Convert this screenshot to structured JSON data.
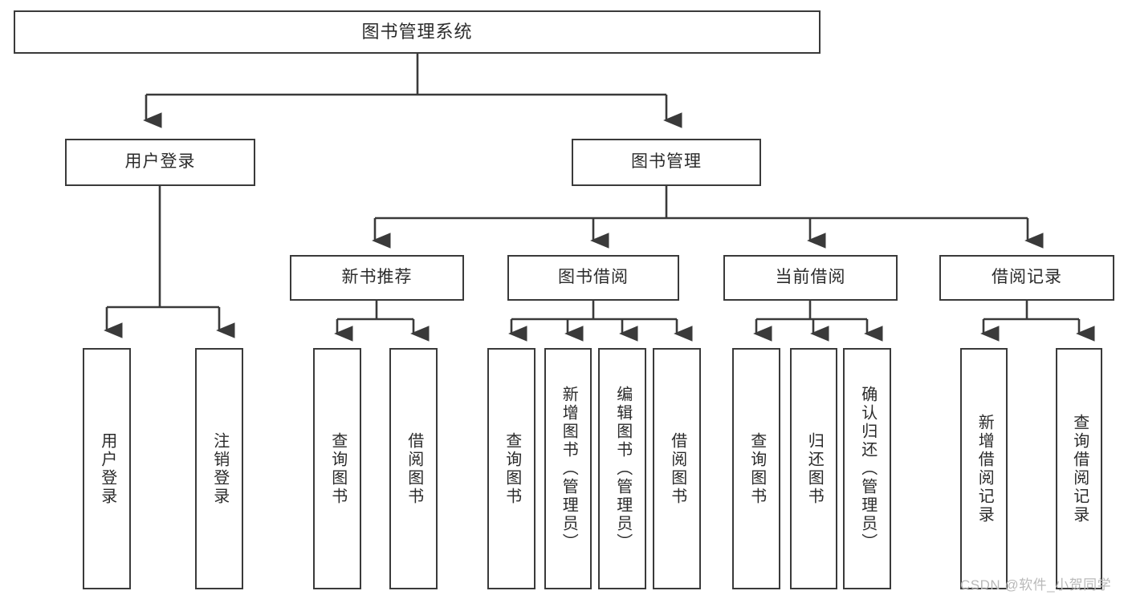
{
  "diagram": {
    "type": "tree-hierarchy-chart",
    "title_text": "图书管理系统",
    "orientation": "top-down",
    "box_fill": "#ffffff",
    "box_stroke": "#3a3a3a",
    "connector_color": "#3a3a3a",
    "background": "#ffffff"
  },
  "nodes": {
    "root": {
      "label": "图书管理系统",
      "level": 0
    },
    "l1": [
      {
        "id": "user-login",
        "label": "用户登录"
      },
      {
        "id": "book-management",
        "label": "图书管理"
      }
    ],
    "l2": [
      {
        "id": "new-book-recommend",
        "label": "新书推荐"
      },
      {
        "id": "book-borrow",
        "label": "图书借阅"
      },
      {
        "id": "current-borrow",
        "label": "当前借阅"
      },
      {
        "id": "borrow-record",
        "label": "借阅记录"
      }
    ],
    "leaves": {
      "user_login": [
        {
          "id": "leaf-user-login",
          "label": "用户登录"
        },
        {
          "id": "leaf-logout-login",
          "label": "注销登录"
        }
      ],
      "new_book_recommend": [
        {
          "id": "leaf-query-book-1",
          "label": "查询图书"
        },
        {
          "id": "leaf-borrow-book-1",
          "label": "借阅图书"
        }
      ],
      "book_borrow": [
        {
          "id": "leaf-query-book-2",
          "label": "查询图书"
        },
        {
          "id": "leaf-add-book",
          "label": "新增图书（管理员）"
        },
        {
          "id": "leaf-edit-book",
          "label": "编辑图书（管理员）"
        },
        {
          "id": "leaf-borrow-book-2",
          "label": "借阅图书"
        }
      ],
      "current_borrow": [
        {
          "id": "leaf-query-book-3",
          "label": "查询图书"
        },
        {
          "id": "leaf-return-book",
          "label": "归还图书"
        },
        {
          "id": "leaf-confirm-return",
          "label": "确认归还（管理员）"
        }
      ],
      "borrow_record": [
        {
          "id": "leaf-add-borrow-record",
          "label": "新增借阅记录"
        },
        {
          "id": "leaf-query-borrow-record",
          "label": "查询借阅记录"
        }
      ]
    }
  },
  "watermark": {
    "text": "CSDN @软件_小贺同学"
  }
}
